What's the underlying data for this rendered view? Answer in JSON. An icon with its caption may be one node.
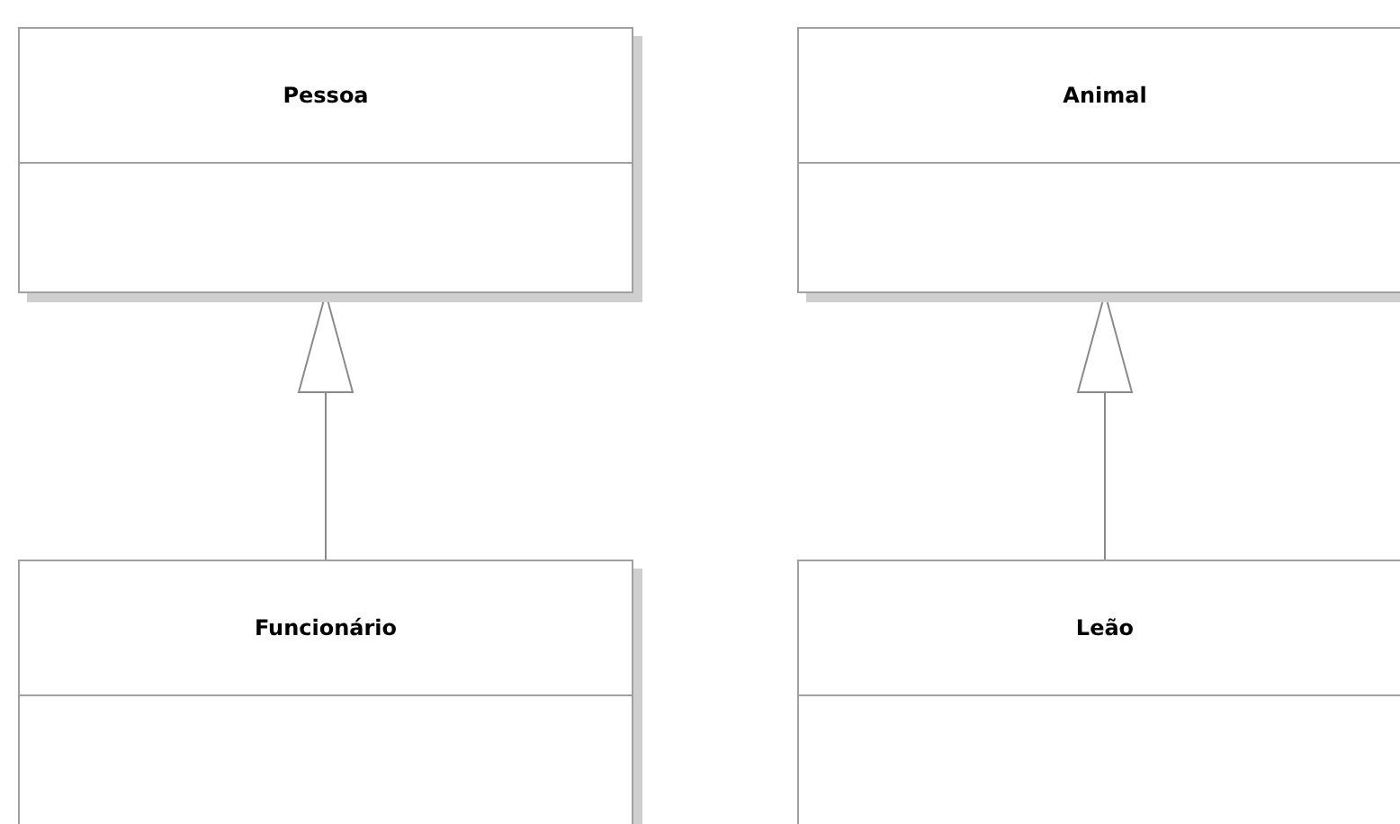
{
  "diagram": {
    "nodes": [
      {
        "text": [
          "Pessoa"
        ]
      },
      {
        "text": [
          "Animal"
        ]
      },
      {
        "text": [
          "Funcionário"
        ]
      },
      {
        "text": [
          "Leão"
        ]
      }
    ],
    "edges": [
      {
        "from": 2,
        "to": 0,
        "arrow": "to"
      },
      {
        "from": 3,
        "to": 1,
        "arrow": "to"
      }
    ]
  }
}
